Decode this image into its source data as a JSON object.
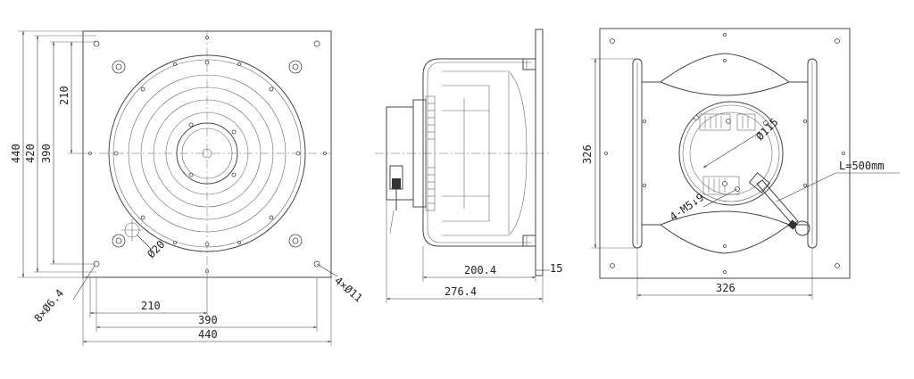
{
  "front_view": {
    "dims": {
      "left_440": "440",
      "left_420": "420",
      "left_390": "390",
      "left_210": "210",
      "bottom_210": "210",
      "bottom_390": "390",
      "bottom_440": "440",
      "small_hole_label": "8×Ø6.4",
      "big_hole_label": "4×Ø11",
      "center_dia": "Ø20"
    }
  },
  "side_view": {
    "dims": {
      "depth_200": "200.4",
      "flange_15": "15",
      "total_276": "276.4"
    }
  },
  "rear_view": {
    "dims": {
      "right_326": "326",
      "bottom_326": "326",
      "diameter_115": "Ø115",
      "thread_label": "4-M5↓9",
      "cable_length": "L=500mm"
    }
  }
}
